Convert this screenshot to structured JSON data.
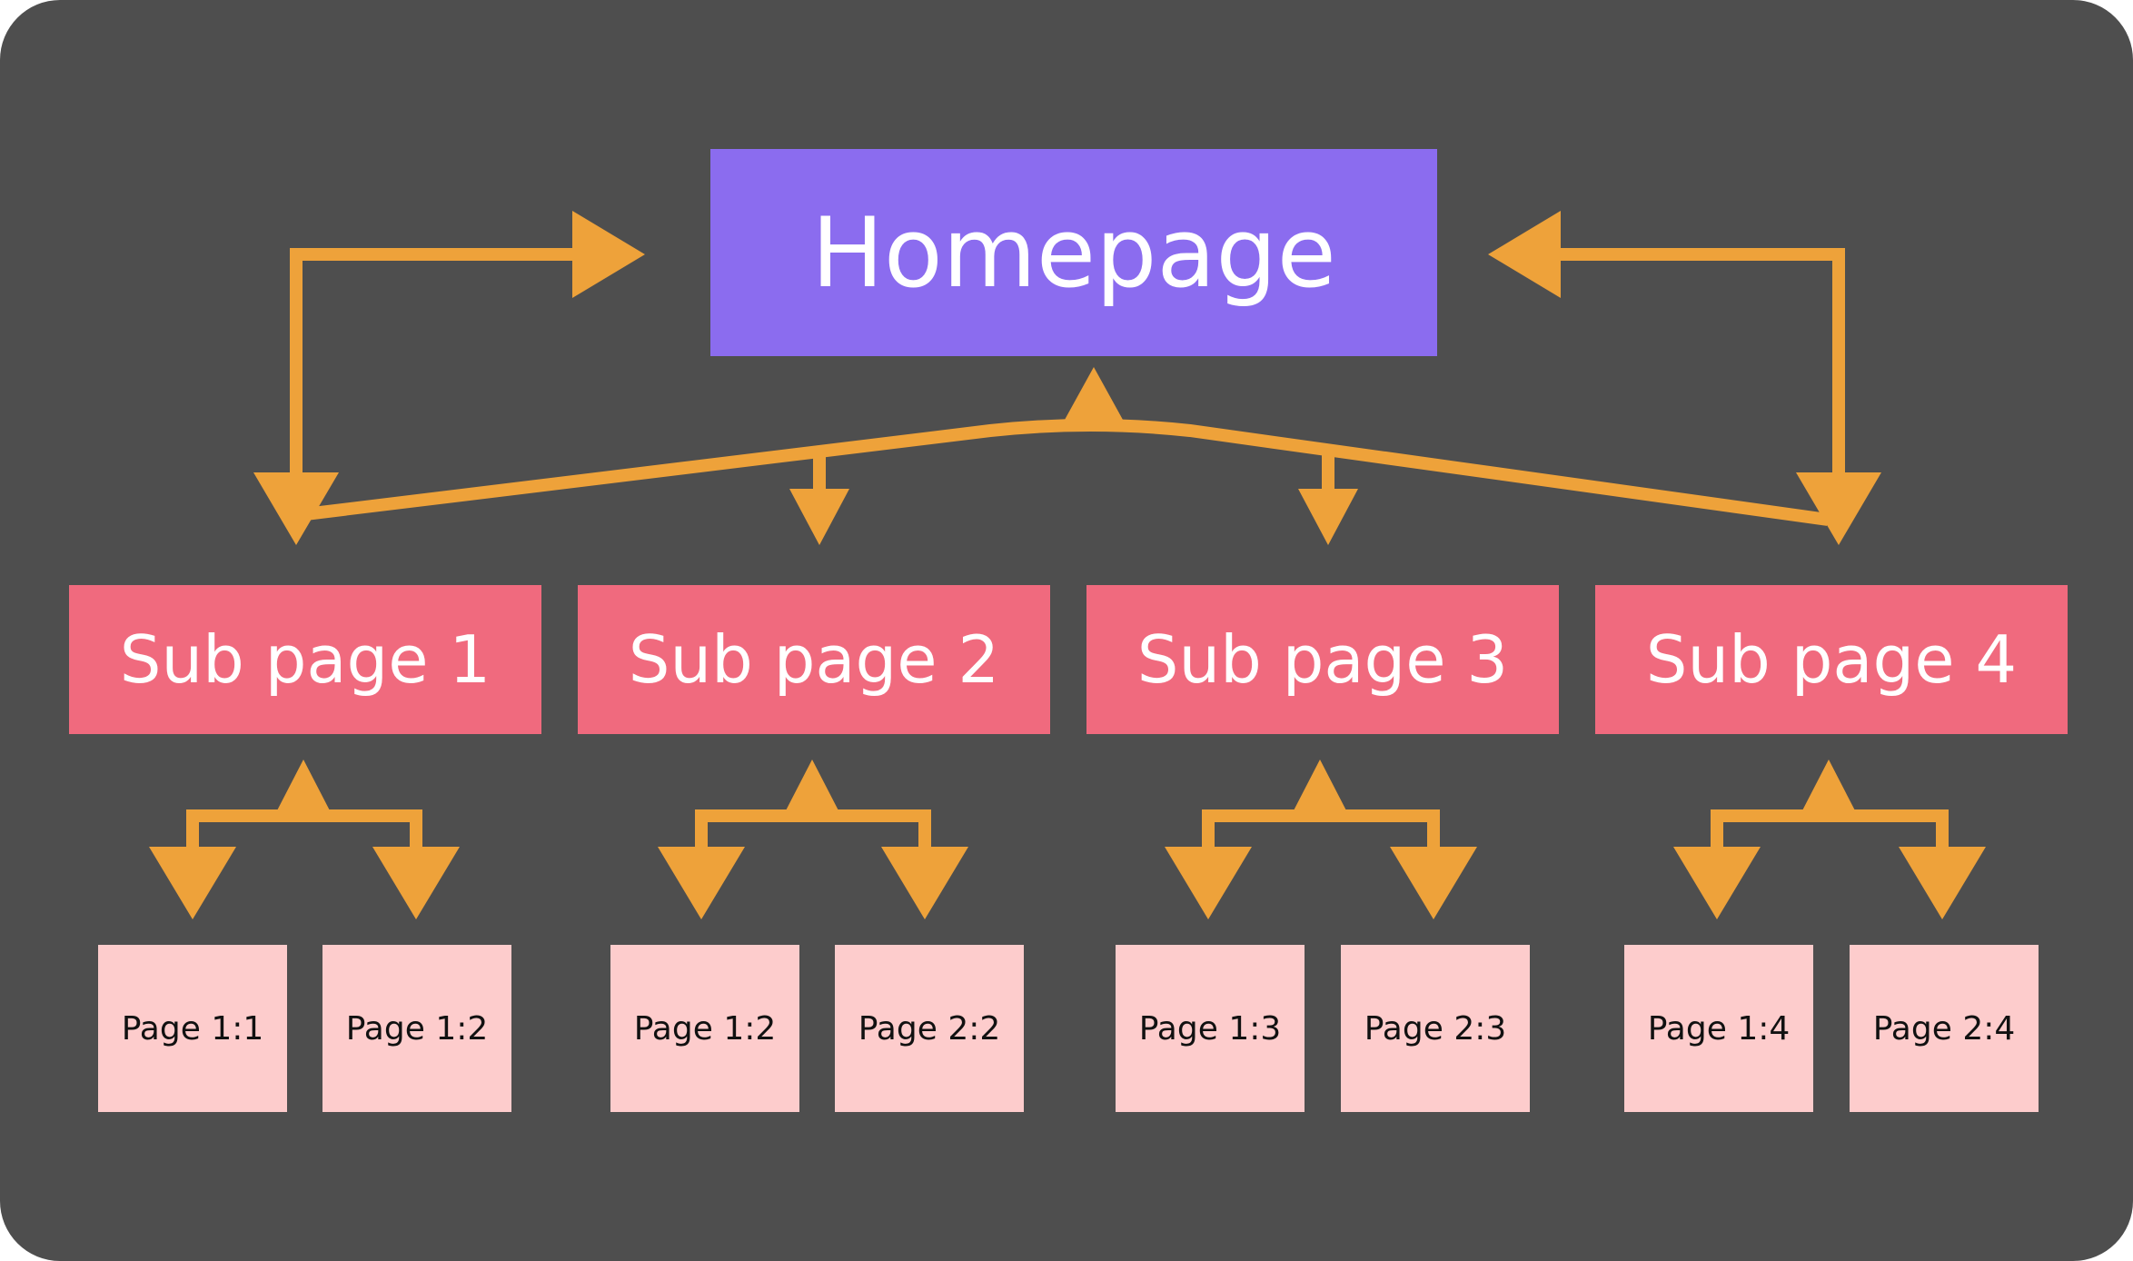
{
  "colors": {
    "background": "#4e4e4e",
    "homepage": "#8b6cef",
    "subpage": "#f06a7e",
    "page": "#fdcccc",
    "connector": "#eea23a"
  },
  "homepage": {
    "label": "Homepage"
  },
  "subpages": [
    {
      "label": "Sub page 1",
      "pages": [
        {
          "label": "Page 1:1"
        },
        {
          "label": "Page 1:2"
        }
      ]
    },
    {
      "label": "Sub page 2",
      "pages": [
        {
          "label": "Page 1:2"
        },
        {
          "label": "Page 2:2"
        }
      ]
    },
    {
      "label": "Sub page 3",
      "pages": [
        {
          "label": "Page 1:3"
        },
        {
          "label": "Page 2:3"
        }
      ]
    },
    {
      "label": "Sub page 4",
      "pages": [
        {
          "label": "Page 1:4"
        },
        {
          "label": "Page 2:4"
        }
      ]
    }
  ]
}
